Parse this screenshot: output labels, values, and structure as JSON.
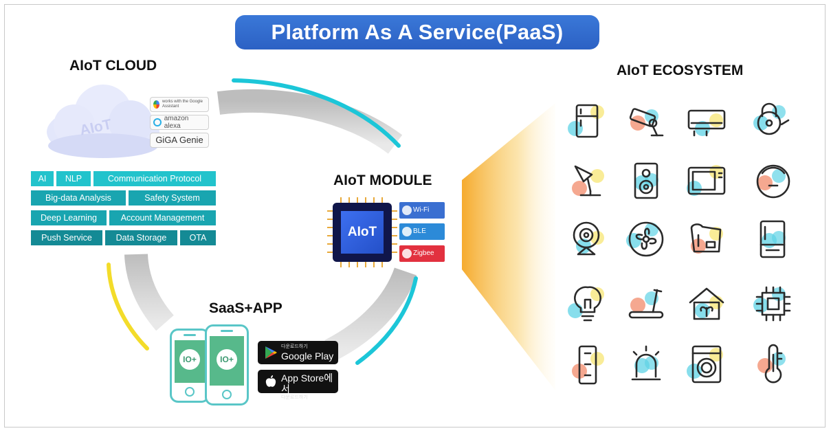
{
  "title": "Platform As A Service(PaaS)",
  "cloud": {
    "title": "AIoT CLOUD",
    "cloud_label": "AIoT",
    "voice_services": [
      {
        "name": "works with the Google Assistant"
      },
      {
        "name": "amazon alexa"
      }
    ],
    "giga_genie": "GiGA Genie",
    "features": [
      [
        "AI",
        "NLP",
        "Communication Protocol"
      ],
      [
        "Big-data Analysis",
        "Safety System"
      ],
      [
        "Deep Learning",
        "Account Management"
      ],
      [
        "Push Service",
        "Data Storage",
        "OTA"
      ]
    ]
  },
  "module": {
    "title": "AIoT MODULE",
    "chip_label": "AIoT",
    "protocols": [
      {
        "label": "Wi-Fi",
        "color": "#3a6fd1"
      },
      {
        "label": "BLE",
        "color": "#2c8ad8"
      },
      {
        "label": "Zigbee",
        "color": "#e2313f"
      }
    ]
  },
  "saas": {
    "title": "SaaS+APP",
    "app_logo": "IO+",
    "stores": [
      {
        "small": "다운로드하기",
        "big": "Google Play",
        "icon": "google-play-icon"
      },
      {
        "small": "다운로드하기",
        "big": "App Store에서",
        "icon": "apple-icon"
      }
    ]
  },
  "ecosystem": {
    "title": "AIoT ECOSYSTEM",
    "devices": [
      "refrigerator-icon",
      "cctv-camera-icon",
      "air-conditioner-icon",
      "smart-lock-icon",
      "desk-lamp-icon",
      "speaker-icon",
      "microwave-icon",
      "robot-vacuum-icon",
      "webcam-icon",
      "fan-icon",
      "bidet-icon",
      "kimchi-refrigerator-icon",
      "light-bulb-icon",
      "treadmill-icon",
      "smart-farm-icon",
      "chipset-icon",
      "remote-control-icon",
      "alarm-siren-icon",
      "washing-machine-icon",
      "thermometer-icon"
    ]
  },
  "colors": {
    "title_blue": "#2f68cc",
    "teal": "#22c3cc",
    "ring_gray": "#cfcfcf",
    "arc_cyan": "#1cc6d8",
    "arc_yellow": "#f3dc2a",
    "beam_orange": "#f7b733"
  }
}
